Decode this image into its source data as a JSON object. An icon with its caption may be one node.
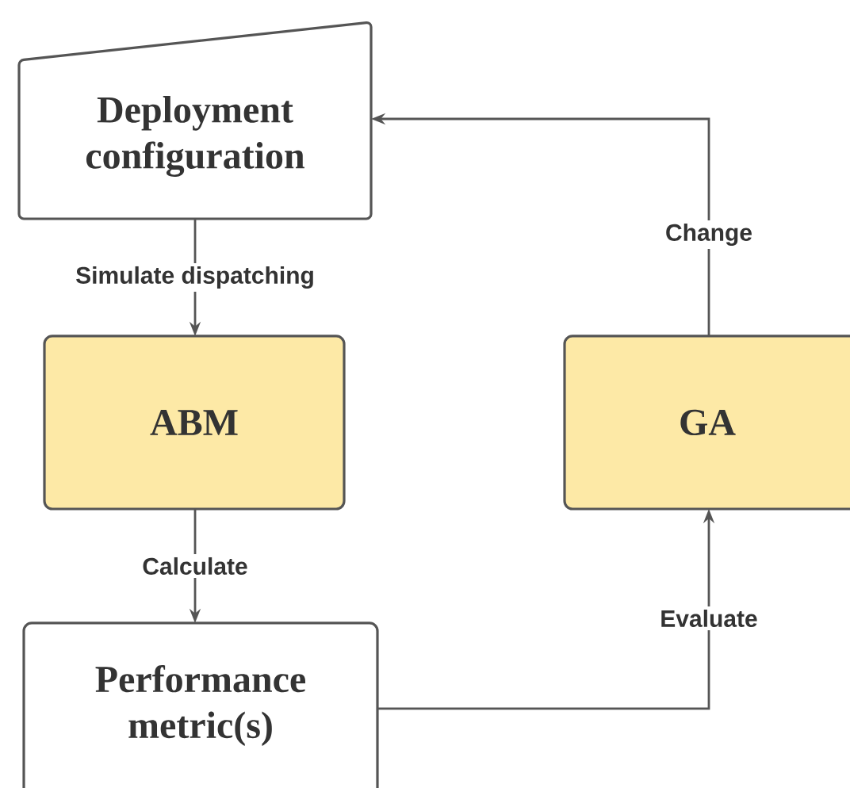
{
  "diagram": {
    "nodes": [
      {
        "text": [
          "Deployment configuration"
        ]
      },
      {
        "text": [
          "ABM"
        ]
      },
      {
        "text": [
          "GA"
        ]
      },
      {
        "text": [
          "Performance metric(s)"
        ]
      }
    ],
    "edges": [
      {
        "from": 0,
        "to": 1,
        "arrow": "to",
        "label": "Simulate dispatching"
      },
      {
        "from": 1,
        "to": 3,
        "arrow": "to",
        "label": "Calculate"
      },
      {
        "from": 3,
        "to": 2,
        "arrow": "to",
        "label": "Evaluate"
      },
      {
        "from": 2,
        "to": 0,
        "arrow": "to",
        "label": "Change"
      }
    ]
  }
}
